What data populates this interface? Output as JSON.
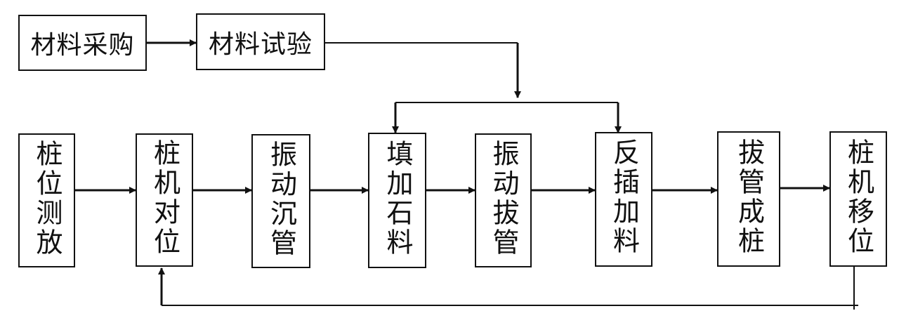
{
  "top_row": {
    "purchase": "材料采购",
    "test": "材料试验"
  },
  "process": {
    "pile_survey": "桩位测放",
    "rig_align": "桩机对位",
    "vibro_sink": "振动沉管",
    "fill_gravel": "填加石料",
    "vibro_pull": "振动拔管",
    "reinsert_fill": "反插加料",
    "pull_form": "拔管成桩",
    "rig_move": "桩机移位"
  },
  "colors": {
    "line": "#111111",
    "box_border": "#111111",
    "background": "#ffffff"
  }
}
